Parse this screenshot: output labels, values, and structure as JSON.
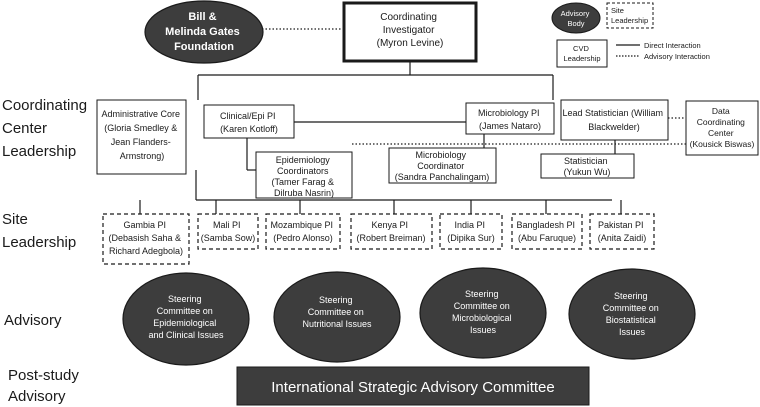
{
  "side_labels": {
    "coordinating": [
      "Coordinating",
      "Center",
      "Leadership"
    ],
    "site": [
      "Site",
      "Leadership"
    ],
    "advisory": [
      "Advisory"
    ],
    "post_study": [
      "Post-study",
      "Advisory"
    ]
  },
  "nodes": {
    "gates": [
      "Bill &",
      "Melinda Gates",
      "Foundation"
    ],
    "coordinating_investigator": [
      "Coordinating",
      "Investigator",
      "(Myron Levine)"
    ],
    "admin_core": [
      "Administrative Core",
      "(Gloria Smedley &",
      "Jean Flanders-",
      "Armstrong)"
    ],
    "clinical_pi": [
      "Clinical/Epi PI",
      "(Karen Kotloff)"
    ],
    "micro_pi": [
      "Microbiology PI",
      "(James Nataro)"
    ],
    "lead_stat": [
      "Lead Statistician (William",
      "Blackwelder)"
    ],
    "data_center": [
      "Data",
      "Coordinating",
      "Center",
      "(Kousick Biswas)"
    ],
    "epi_coord": [
      "Epidemiology",
      "Coordinators",
      "(Tamer Farag &",
      "Dilruba Nasrin)"
    ],
    "micro_coord": [
      "Microbiology",
      "Coordinator",
      "(Sandra Panchalingam)"
    ],
    "statistician": [
      "Statistician",
      "(Yukun Wu)"
    ]
  },
  "sites": [
    [
      "Gambia PI",
      "(Debasish Saha &",
      "Richard Adegbola)"
    ],
    [
      "Mali PI",
      "(Samba Sow)"
    ],
    [
      "Mozambique PI",
      "(Pedro Alonso)"
    ],
    [
      "Kenya PI",
      "(Robert Breiman)"
    ],
    [
      "India PI",
      "(Dipika Sur)"
    ],
    [
      "Bangladesh PI",
      "(Abu Faruque)"
    ],
    [
      "Pakistan PI",
      "(Anita Zaidi)"
    ]
  ],
  "committees": [
    [
      "Steering",
      "Committee on",
      "Epidemiological",
      "and Clinical Issues"
    ],
    [
      "Steering",
      "Committee on",
      "Nutritional Issues"
    ],
    [
      "Steering",
      "Committee on",
      "Microbiological",
      "Issues"
    ],
    [
      "Steering",
      "Committee on",
      "Biostatistical",
      "Issues"
    ]
  ],
  "isac": "International Strategic Advisory Committee",
  "legend": {
    "advisory": [
      "Advisory",
      "Body"
    ],
    "site": [
      "Site",
      "Leadership"
    ],
    "cvd": [
      "CVD",
      "Leadership"
    ],
    "direct": "Direct Interaction",
    "advisory_interaction": "Advisory Interaction"
  }
}
